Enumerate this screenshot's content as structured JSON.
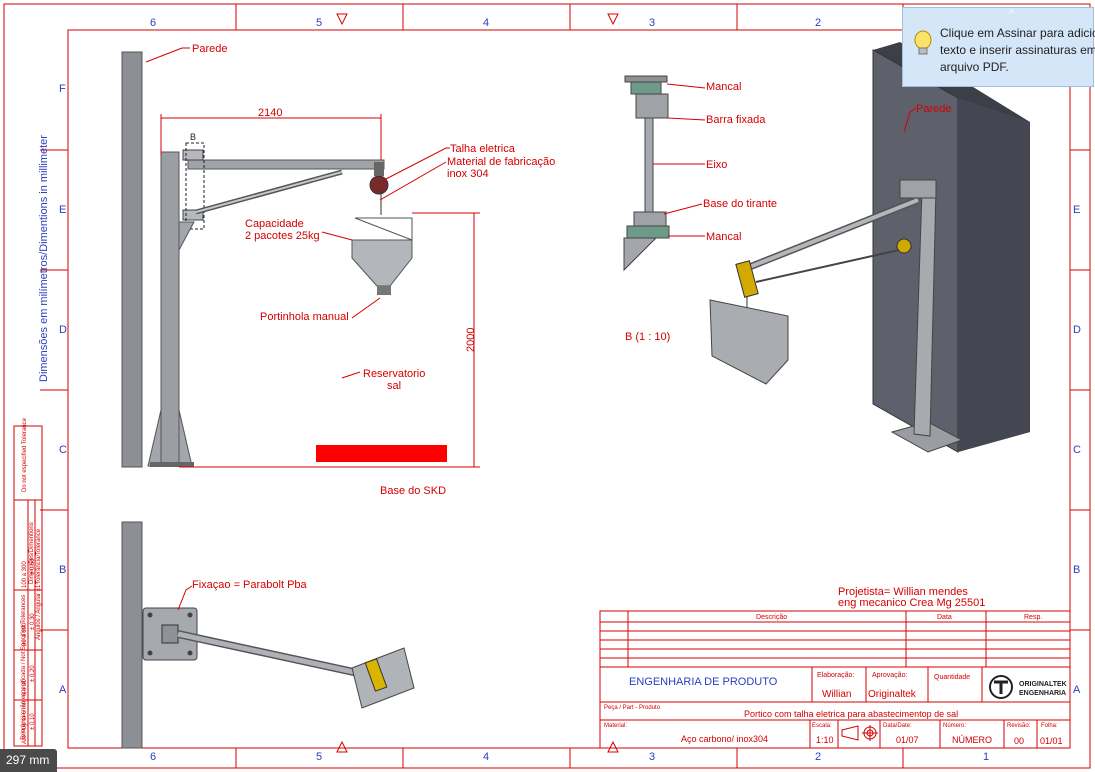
{
  "border": {
    "columns": [
      "6",
      "5",
      "4",
      "3",
      "2",
      "1"
    ],
    "rows": [
      "F",
      "E",
      "D",
      "C",
      "B",
      "A"
    ],
    "side_note": "Dimensões em milímetros/Dimentions in millimeter"
  },
  "tolerance_table": {
    "header_left": "Tolerância não especificada / Not Specified Tolerances",
    "header_right": "Do not especified Tolerance",
    "col_dimensions": "Dimensões/Dimentions",
    "col_linear": "Tolerância/Tolerance",
    "col_angular": "Angulos / Angular ±1°",
    "ranges": [
      "Até / Up to 6 mm",
      "6 a 30",
      "30 a 100",
      "100 a 300"
    ],
    "values": [
      "± 0.10",
      "± 0.20",
      "± 0.30",
      "± 0.50"
    ]
  },
  "front_view": {
    "wall": "Parede",
    "dim_horizontal": "2140",
    "detail_letter": "B",
    "hoist": "Talha eletrica",
    "material_line1": "Material de fabricação",
    "material_line2": "inox 304",
    "capacity_line1": "Capacidade",
    "capacity_line2": "2 pacotes 25kg",
    "hatch": "Portinhola manual",
    "reservoir_line1": "Reservatorio",
    "reservoir_line2": "sal",
    "dim_vertical": "2000",
    "base": "Base do SKD"
  },
  "top_view": {
    "fixing": "Fixaçao = Parabolt Pba"
  },
  "detail_view": {
    "title": "B (1 : 10)",
    "bearing_top": "Mancal",
    "fixed_bar": "Barra fixada",
    "axle": "Eixo",
    "tie_base": "Base do tirante",
    "bearing_bottom": "Mancal"
  },
  "iso_view": {
    "wall": "Parede"
  },
  "designer": {
    "line1": "Projetista= Willian mendes",
    "line2": "eng mecanico Crea Mg 25501"
  },
  "title_block": {
    "rev_headers": [
      "Descrição",
      "Data",
      "Resp."
    ],
    "department": "ENGENHARIA DE PRODUTO",
    "elaboration_label": "Elaboração:",
    "elaboration_value": "Willian",
    "approval_label": "Aprovação:",
    "approval_value": "Originaltek",
    "quantity_label": "Quantidade",
    "company_line1": "ORIGINALTEK",
    "company_line2": "ENGENHARIA",
    "part_label": "Peça / Part - Produto",
    "part_value": "Portico com talha eletrica para abastecimentop de sal",
    "material_label": "Material:",
    "material_value": "Aço carbono/ inox304",
    "scale_label": "Escala:",
    "scale_value": "1:10",
    "date_label": "Data/Date:",
    "date_value": "01/07",
    "number_label": "Número:",
    "number_value": "NÚMERO",
    "revision_label": "Revisão:",
    "revision_value": "00",
    "sheet_label": "Folha:",
    "sheet_value": "01/01"
  },
  "pdf_tip": {
    "text": "Clique em Assinar para adicio\ntexto e inserir assinaturas em\narquivo PDF.",
    "collapse": "^"
  },
  "page_size": "297 mm"
}
